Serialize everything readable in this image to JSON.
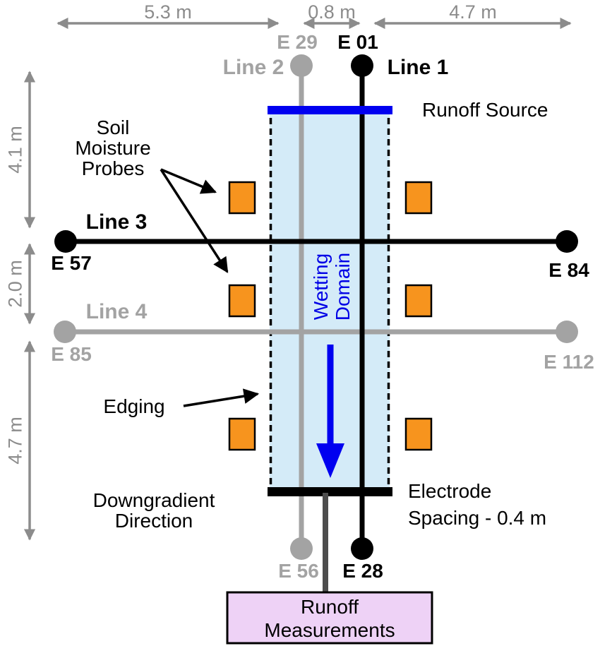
{
  "dims": {
    "top": [
      "5.3 m",
      "0.8 m",
      "4.7 m"
    ],
    "left": [
      "4.1 m",
      "2.0 m",
      "4.7 m"
    ]
  },
  "lines": {
    "line1": "Line 1",
    "line2": "Line 2",
    "line3": "Line 3",
    "line4": "Line 4"
  },
  "electrodes": {
    "e01": "E 01",
    "e29": "E 29",
    "e28": "E 28",
    "e56": "E 56",
    "e57": "E 57",
    "e84": "E 84",
    "e85": "E 85",
    "e112": "E 112"
  },
  "labels": {
    "runoff_source": "Runoff Source",
    "probes_l1": "Soil",
    "probes_l2": "Moisture",
    "probes_l3": "Probes",
    "wetting_l1": "Wetting",
    "wetting_l2": "Domain",
    "edging": "Edging",
    "downgradient_l1": "Downgradient",
    "downgradient_l2": "Direction",
    "spacing_l1": "Electrode",
    "spacing_l2": "Spacing - 0.4 m",
    "runoff_box_l1": "Runoff",
    "runoff_box_l2": "Measurements"
  },
  "colors": {
    "wetting_fill": "#d4ebf8",
    "runoff_source_bar": "#0000f0",
    "wetting_text_blue": "#0000e6",
    "flow_arrow_blue": "#0000f0",
    "probe_orange": "#f7941e",
    "runoff_box_fill": "#eed2f6",
    "gray_line": "#a3a3a3",
    "dim_arrow_gray": "#8c8c8c",
    "drain_gray": "#4d4d4d",
    "black": "#000000"
  }
}
